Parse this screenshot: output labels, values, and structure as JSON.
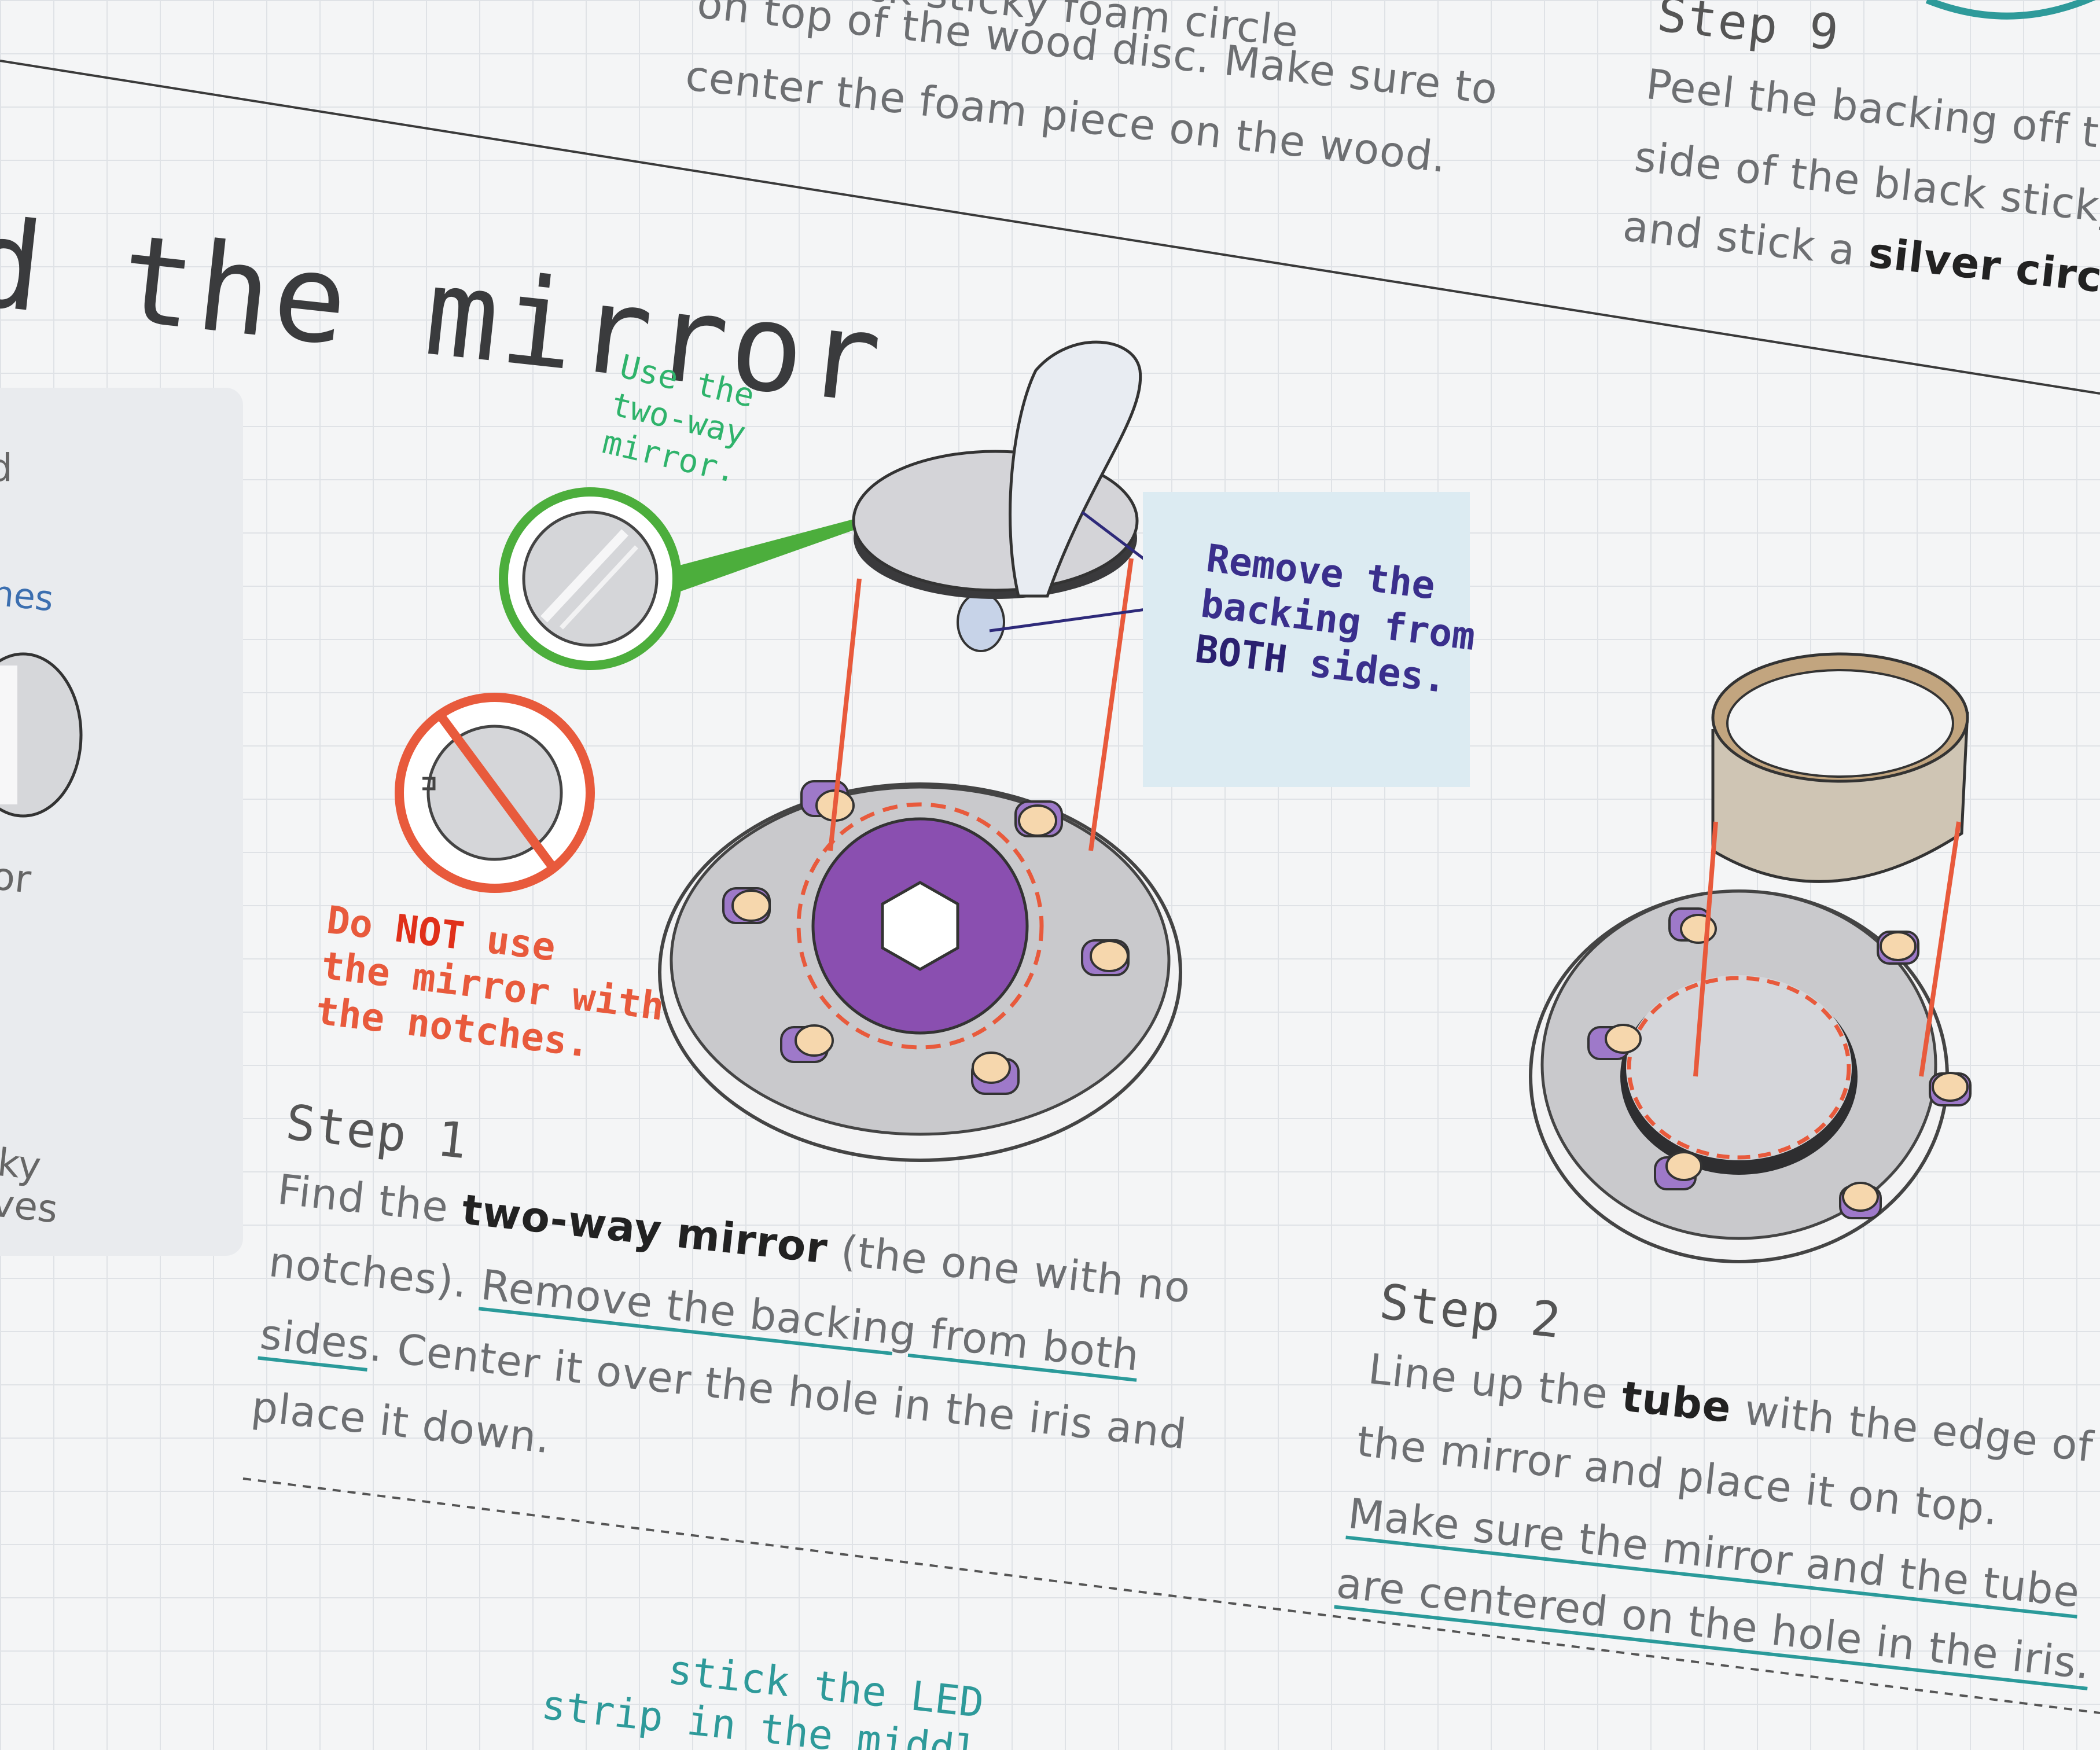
{
  "top": {
    "prev_step_line1": "ck sticky foam circle",
    "prev_step_line2": "on top of the wood disc. Make sure to",
    "prev_step_line3": "center the foam piece on the wood.",
    "step9_heading": "Step 9",
    "step9_line1": "Peel the backing off th",
    "step9_line2": "side of the black sticky",
    "step9_line3_pre": "and stick a ",
    "step9_line3_bold": "silver circle"
  },
  "section_title": "d the mirror",
  "sidebar": {
    "frag1": "d",
    "frag2": "hes",
    "frag3": "or",
    "frag4": "ky",
    "frag5": "ves"
  },
  "callouts": {
    "use_two_way": "Use the\ntwo-way\nmirror.",
    "do_not_pre": "Do ",
    "do_not_bold": "NOT",
    "do_not_post": " use\nthe mirror with\nthe notches.",
    "remove_backing_pre": "Remove the\nbacking from\n",
    "remove_backing_bold": "BOTH",
    "remove_backing_post": " sides."
  },
  "step1": {
    "heading": "Step 1",
    "line1_pre": "Find the ",
    "line1_bold": "two-way mirror",
    "line1_post": " (the one with no",
    "line2_pre": "notches). ",
    "line2_ul": "Remove the backing from both",
    "line3_ul": "sides",
    "line3_post": ". Center it over the hole in the iris and",
    "line4": "place it down."
  },
  "step2": {
    "heading": "Step 2",
    "line1_pre": "Line up the ",
    "line1_bold": "tube",
    "line1_post": " with the edge of",
    "line2": "the mirror and place it on top.",
    "line3_ul": "Make sure the mirror and the tube",
    "line4_ul": "are centered on the hole in the iris."
  },
  "next_note": "stick the LED\nstrip in the middl",
  "colors": {
    "accent_teal": "#2e9a9a",
    "accent_red": "#e85a3c",
    "accent_green": "#2fb36b",
    "accent_purple": "#8a4fb0"
  }
}
